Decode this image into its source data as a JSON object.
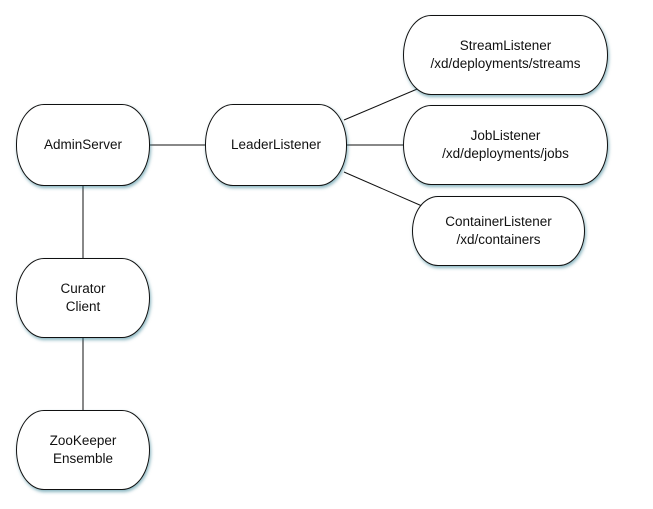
{
  "nodes": {
    "admin_server": {
      "line1": "AdminServer"
    },
    "leader_listener": {
      "line1": "LeaderListener"
    },
    "stream_listener": {
      "line1": "StreamListener",
      "line2": "/xd/deployments/streams"
    },
    "job_listener": {
      "line1": "JobListener",
      "line2": "/xd/deployments/jobs"
    },
    "container_listener": {
      "line1": "ContainerListener",
      "line2": "/xd/containers"
    },
    "curator_client": {
      "line1": "Curator",
      "line2": "Client"
    },
    "zookeeper_ensemble": {
      "line1": "ZooKeeper",
      "line2": "Ensemble"
    }
  }
}
